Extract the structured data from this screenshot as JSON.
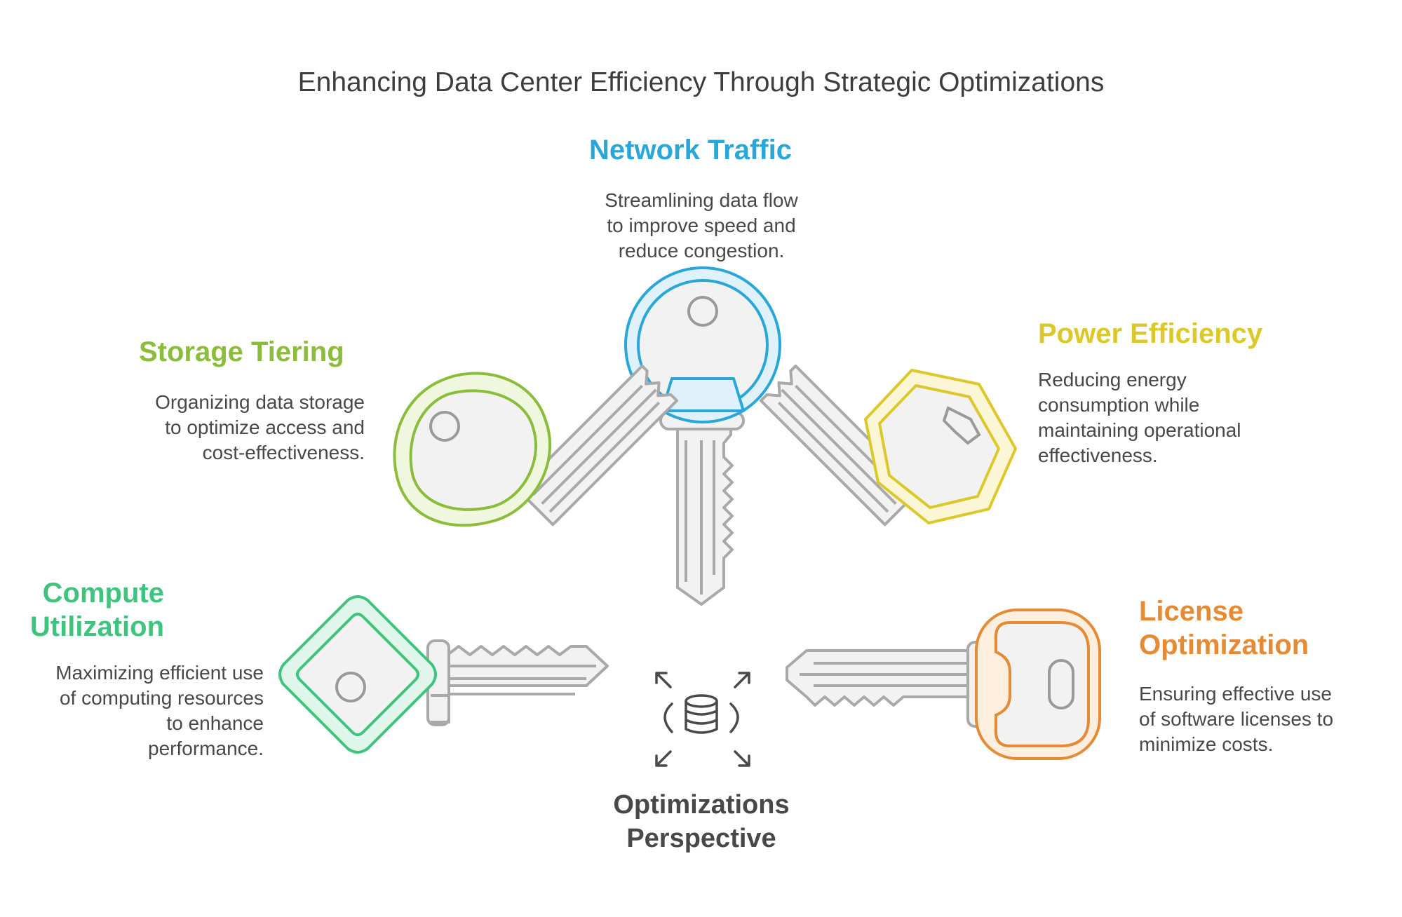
{
  "title": "Enhancing Data Center Efficiency Through Strategic Optimizations",
  "center": {
    "label_line1": "Optimizations",
    "label_line2": "Perspective",
    "icon": "database-icon"
  },
  "items": [
    {
      "key": "network",
      "heading": "Network Traffic",
      "color": "#2aa7d8",
      "light": "#dff2fb",
      "desc": [
        "Streamlining data flow",
        "to improve speed and",
        "reduce congestion."
      ]
    },
    {
      "key": "storage",
      "heading": "Storage Tiering",
      "color": "#8cbc3c",
      "light": "#f0f7df",
      "desc": [
        "Organizing data storage",
        "to optimize access and",
        "cost-effectiveness."
      ]
    },
    {
      "key": "power",
      "heading": "Power Efficiency",
      "color": "#dcc82a",
      "light": "#fbf7d6",
      "desc": [
        "Reducing energy",
        "consumption while",
        "maintaining operational",
        "effectiveness."
      ]
    },
    {
      "key": "compute",
      "heading_lines": [
        "Compute",
        "Utilization"
      ],
      "color": "#3fc47f",
      "light": "#e0f6ea",
      "desc": [
        "Maximizing efficient use",
        "of computing resources",
        "to enhance",
        "performance."
      ]
    },
    {
      "key": "license",
      "heading_lines": [
        "License",
        "Optimization"
      ],
      "color": "#e58a35",
      "light": "#fdeedd",
      "desc": [
        "Ensuring effective use",
        "of software licenses to",
        "minimize costs."
      ]
    }
  ]
}
